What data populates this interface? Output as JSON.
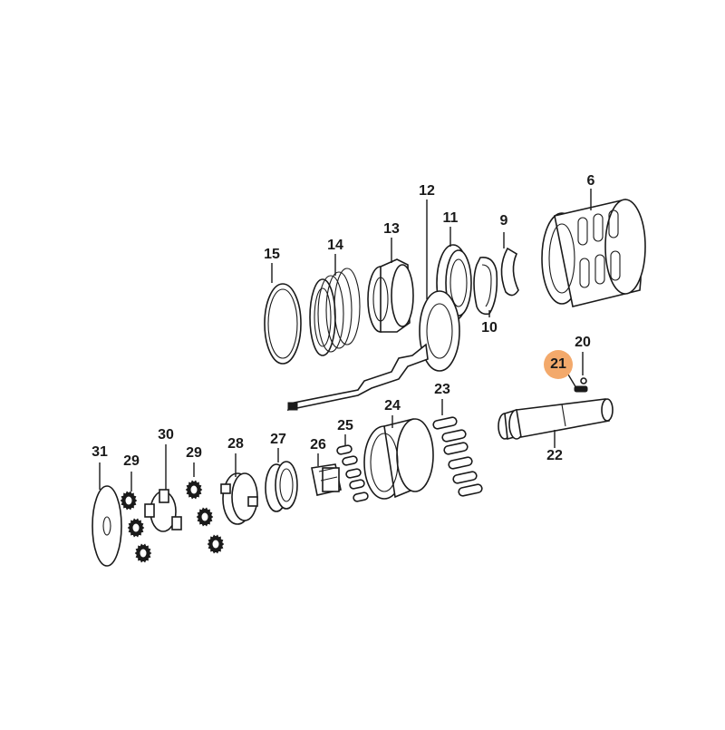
{
  "diagram": {
    "highlight_color": "#f3a96b",
    "callouts": [
      {
        "id": "p6",
        "text": "6"
      },
      {
        "id": "p9",
        "text": "9"
      },
      {
        "id": "p10",
        "text": "10"
      },
      {
        "id": "p11",
        "text": "11"
      },
      {
        "id": "p12",
        "text": "12"
      },
      {
        "id": "p13",
        "text": "13"
      },
      {
        "id": "p14",
        "text": "14"
      },
      {
        "id": "p15",
        "text": "15"
      },
      {
        "id": "p20",
        "text": "20"
      },
      {
        "id": "p21",
        "text": "21"
      },
      {
        "id": "p22",
        "text": "22"
      },
      {
        "id": "p23",
        "text": "23"
      },
      {
        "id": "p24",
        "text": "24"
      },
      {
        "id": "p25",
        "text": "25"
      },
      {
        "id": "p26",
        "text": "26"
      },
      {
        "id": "p27",
        "text": "27"
      },
      {
        "id": "p28",
        "text": "28"
      },
      {
        "id": "p29a",
        "text": "29"
      },
      {
        "id": "p29b",
        "text": "29"
      },
      {
        "id": "p30",
        "text": "30"
      },
      {
        "id": "p31",
        "text": "31"
      }
    ]
  }
}
